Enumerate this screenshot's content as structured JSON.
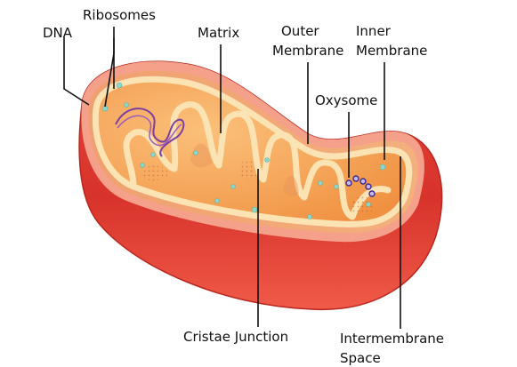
{
  "labels": {
    "dna": "DNA",
    "ribosomes": "Ribosomes",
    "matrix": "Matrix",
    "outer_membrane_line1": "Outer",
    "outer_membrane_line2": "Membrane",
    "inner_membrane_line1": "Inner",
    "inner_membrane_line2": "Membrane",
    "oxysome": "Oxysome",
    "cristae_junction": "Cristae Junction",
    "intermembrane_space_line1": "Intermembrane",
    "intermembrane_space_line2": "Space"
  },
  "colors": {
    "outer_membrane": "#d8332b",
    "outer_membrane_dark": "#a81e1a",
    "outer_rim": "#f4a08a",
    "intermembrane": "#ef8a3a",
    "inner_membrane": "#fbe3b4",
    "matrix": "#f6a04a",
    "matrix_light": "#fbc07a",
    "cristae_shade": "#e8935a",
    "ribosome": "#8fd6c8",
    "dna": "#7b3fa0",
    "oxysome": "#3b2a8c"
  }
}
